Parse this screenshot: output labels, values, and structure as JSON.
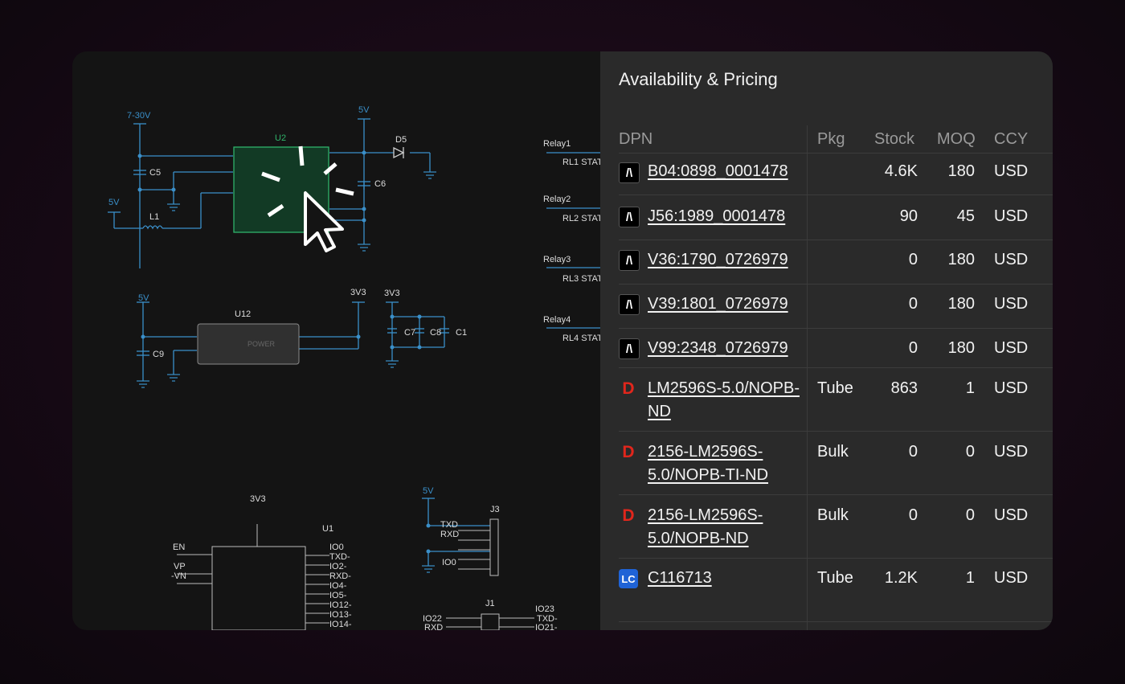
{
  "panel": {
    "title": "Availability & Pricing",
    "columns": {
      "dpn": "DPN",
      "pkg": "Pkg",
      "stock": "Stock",
      "moq": "MOQ",
      "ccy": "CCY"
    },
    "rows": [
      {
        "supplier_icon": "mouser-logo-icon",
        "logo_text": "/\\",
        "dpn": "B04:0898_0001478",
        "pkg": "",
        "stock": "4.6K",
        "moq": "180",
        "ccy": "USD"
      },
      {
        "supplier_icon": "mouser-logo-icon",
        "logo_text": "/\\",
        "dpn": "J56:1989_0001478",
        "pkg": "",
        "stock": "90",
        "moq": "45",
        "ccy": "USD"
      },
      {
        "supplier_icon": "mouser-logo-icon",
        "logo_text": "/\\",
        "dpn": "V36:1790_0726979",
        "pkg": "",
        "stock": "0",
        "moq": "180",
        "ccy": "USD"
      },
      {
        "supplier_icon": "mouser-logo-icon",
        "logo_text": "/\\",
        "dpn": "V39:1801_0726979",
        "pkg": "",
        "stock": "0",
        "moq": "180",
        "ccy": "USD"
      },
      {
        "supplier_icon": "mouser-logo-icon",
        "logo_text": "/\\",
        "dpn": "V99:2348_0726979",
        "pkg": "",
        "stock": "0",
        "moq": "180",
        "ccy": "USD"
      },
      {
        "supplier_icon": "digikey-logo-icon",
        "logo_text": "D",
        "dpn": "LM2596S-5.0/NOPB-ND",
        "pkg": "Tube",
        "stock": "863",
        "moq": "1",
        "ccy": "USD"
      },
      {
        "supplier_icon": "digikey-logo-icon",
        "logo_text": "D",
        "dpn": "2156-LM2596S-5.0/NOPB-TI-ND",
        "pkg": "Bulk",
        "stock": "0",
        "moq": "0",
        "ccy": "USD"
      },
      {
        "supplier_icon": "digikey-logo-icon",
        "logo_text": "D",
        "dpn": "2156-LM2596S-5.0/NOPB-ND",
        "pkg": "Bulk",
        "stock": "0",
        "moq": "0",
        "ccy": "USD"
      },
      {
        "supplier_icon": "lcsc-logo-icon",
        "logo_text": "LC",
        "dpn": "C116713",
        "pkg": "Tube",
        "stock": "1.2K",
        "moq": "1",
        "ccy": "USD"
      }
    ]
  },
  "schematic": {
    "labels": {
      "v730": "7-30V",
      "u2": "U2",
      "v5_top": "5V",
      "d5": "D5",
      "c5": "C5",
      "c6": "C6",
      "v5_left": "5V",
      "l1": "L1",
      "relay1": "Relay1",
      "rl1": "RL1 STAT",
      "relay2": "Relay2",
      "rl2": "RL2 STAT",
      "relay3": "Relay3",
      "rl3": "RL3 STAT",
      "relay4": "Relay4",
      "rl4": "RL4 STAT",
      "v5_u12": "5V",
      "u12": "U12",
      "power": "POWER",
      "c9": "C9",
      "v3v3_a": "3V3",
      "v3v3_b": "3V3",
      "c7": "C7",
      "c8": "C8",
      "c1": "C1",
      "v3v3_u1": "3V3",
      "u1": "U1",
      "en": "EN",
      "vp": "VP",
      "vn": "-VN",
      "io0": "IO0",
      "txd": "TXD-",
      "io2": "IO2-",
      "rxd": "RXD-",
      "io4": "IO4-",
      "io5": "IO5-",
      "io12": "IO12-",
      "io13": "IO13-",
      "io14": "IO14-",
      "v5_j3": "5V",
      "j3": "J3",
      "txd_j3": "TXD",
      "rxd_j3": "RXD",
      "io0_j3": "IO0",
      "j1": "J1",
      "io22": "IO22",
      "rxd_j1": "RXD",
      "io23": "IO23",
      "txd_j1": "TXD-",
      "io21": "IO21-"
    }
  }
}
